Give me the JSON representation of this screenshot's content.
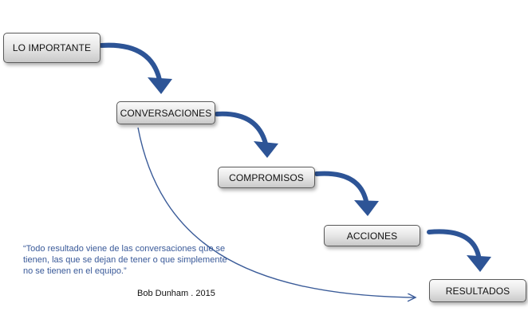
{
  "steps": [
    "LO IMPORTANTE",
    "CONVERSACIONES",
    "COMPROMISOS",
    "ACCIONES",
    "RESULTADOS"
  ],
  "quote": {
    "text": "“Todo resultado viene de las conversaciones que se tienen, las que se dejan de tener o que simplemente no se tienen en el equipo.”",
    "author": "Bob Dunham . 2015"
  },
  "colors": {
    "arrow": "#2d5496",
    "connector": "#3b5c99",
    "quote_text": "#3a5a99",
    "box_border": "#5a5a5a"
  }
}
